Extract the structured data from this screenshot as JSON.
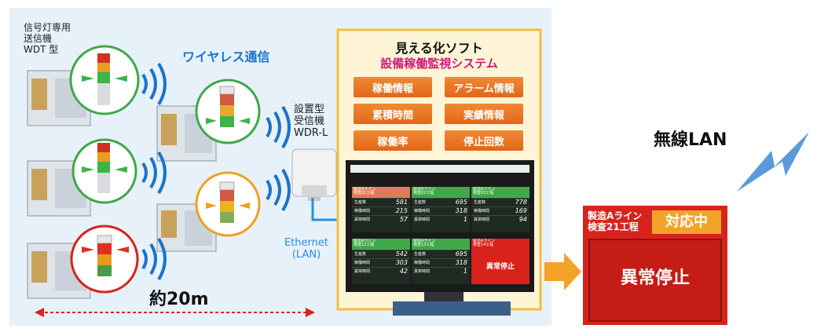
{
  "colors": {
    "accent_orange": "#e8731e",
    "panel_bg": "#fdf5d6",
    "scene_bg": "#e7f1fa",
    "alarm_red": "#d8231d",
    "wireless_blue": "#1b74c8"
  },
  "transmitter_label": {
    "line1": "信号灯専用",
    "line2": "送信機",
    "line3": "WDT 型"
  },
  "wireless_label": "ワイヤレス通信",
  "receiver_label": {
    "line1": "設置型",
    "line2": "受信機",
    "line3": "WDR-L"
  },
  "ethernet_label": {
    "line1": "Ethernet",
    "line2": "(LAN)"
  },
  "distance_label": "約20m",
  "software": {
    "title": "見える化ソフト",
    "subtitle": "設備稼働監視システム",
    "features": [
      "稼働情報",
      "アラーム情報",
      "累積時間",
      "実績情報",
      "稼働率",
      "停止回数"
    ]
  },
  "monitor": {
    "tiles": [
      {
        "line1": "製造Aライン",
        "line2": "検査01工程",
        "state": "stop",
        "rows": [
          [
            "生産数",
            "581"
          ],
          [
            "稼働時間",
            "215"
          ],
          [
            "異常時間",
            "57"
          ]
        ]
      },
      {
        "line1": "製造Aライン",
        "line2": "検査02工程",
        "state": "run",
        "rows": [
          [
            "生産数",
            "695"
          ],
          [
            "稼働時間",
            "318"
          ],
          [
            "異常時間",
            "1"
          ]
        ]
      },
      {
        "line1": "製造Aライン",
        "line2": "検査03工程",
        "state": "run",
        "rows": [
          [
            "生産数",
            "778"
          ],
          [
            "稼働時間",
            "169"
          ],
          [
            "異常時間",
            "94"
          ]
        ]
      },
      {
        "line1": "製造Aライン",
        "line2": "検査12工程",
        "state": "run",
        "rows": [
          [
            "生産数",
            "542"
          ],
          [
            "稼働時間",
            "303"
          ],
          [
            "異常時間",
            "42"
          ]
        ]
      },
      {
        "line1": "製造Aライン",
        "line2": "検査13工程",
        "state": "run",
        "rows": [
          [
            "生産数",
            "695"
          ],
          [
            "稼働時間",
            "318"
          ],
          [
            "異常時間",
            "1"
          ]
        ]
      },
      {
        "line1": "製造Aライン",
        "line2": "検査14工程",
        "state": "alarm",
        "alarm_text": "異常停止"
      }
    ]
  },
  "lan_label": "無線LAN",
  "alert": {
    "line_name": {
      "line1": "製造Aライン",
      "line2": "検査21工程"
    },
    "status": "対応中",
    "message": "異常停止"
  }
}
